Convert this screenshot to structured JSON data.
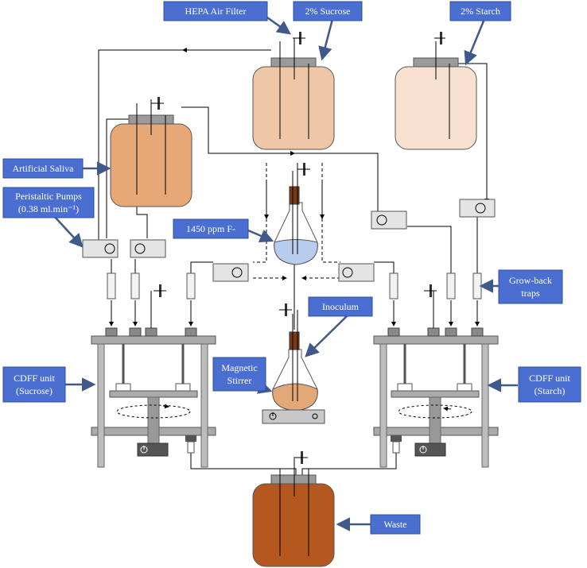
{
  "labels": {
    "hepa_filter": "HEPA Air Filter",
    "sucrose_source": "2% Sucrose",
    "starch_source": "2% Starch",
    "artificial_saliva": "Artificial Saliva",
    "pumps_line1": "Peristaltic Pumps",
    "pumps_line2": "(0.38 ml.min⁻¹)",
    "fluoride": "1450 ppm F-",
    "growback_line1": "Grow-back",
    "growback_line2": "traps",
    "inoculum": "Inoculum",
    "stirrer_line1": "Magnetic",
    "stirrer_line2": "Stirrer",
    "cdff_sucrose_line1": "CDFF unit",
    "cdff_sucrose_line2": "(Sucrose)",
    "cdff_starch_line1": "CDFF unit",
    "cdff_starch_line2": "(Starch)",
    "waste": "Waste"
  },
  "colors": {
    "label_fill": "#4a6fd1",
    "label_border": "#2f4fa3",
    "sucrose_fill": "#efc7a6",
    "starch_fill": "#f7e1d0",
    "saliva_fill": "#e6a877",
    "waste_fill": "#b5581f",
    "fluoride_fill": "#b8cdee",
    "inoculum_fill": "#e3a878",
    "metal": "#aaaaaa",
    "cap": "#9a9a9a"
  }
}
